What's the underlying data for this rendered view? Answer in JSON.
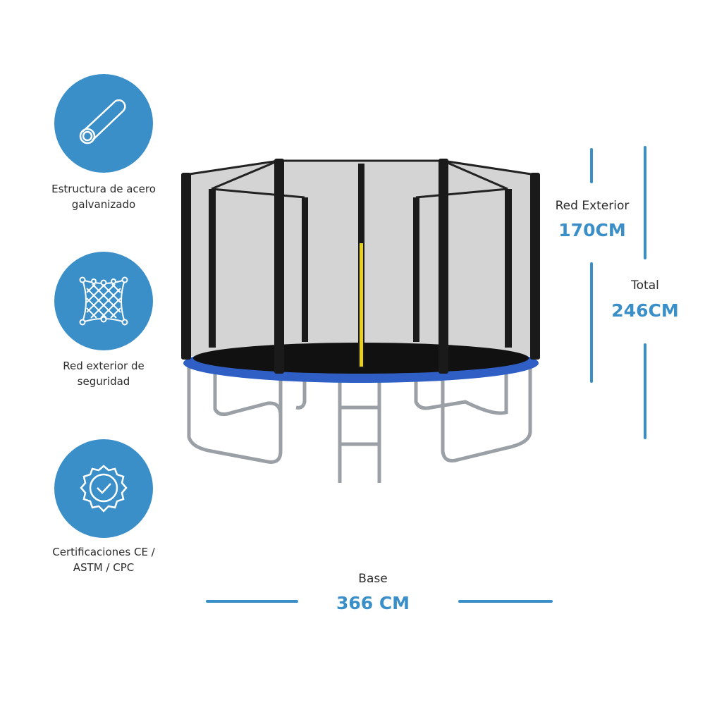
{
  "features": [
    {
      "icon": "steel-tube-icon",
      "label_line1": "Estructura de acero",
      "label_line2": "galvanizado"
    },
    {
      "icon": "safety-net-icon",
      "label_line1": "Red exterior de",
      "label_line2": "seguridad"
    },
    {
      "icon": "certification-badge-icon",
      "label_line1": "Certificaciones CE /",
      "label_line2": "ASTM / CPC"
    }
  ],
  "dimensions": {
    "net": {
      "label": "Red Exterior",
      "value": "170CM"
    },
    "total": {
      "label": "Total",
      "value": "246CM"
    },
    "base": {
      "label": "Base",
      "value": "366 CM"
    }
  },
  "colors": {
    "accent": "#3a8fc9",
    "pad": "#2f5fc4",
    "text": "#2b2b2b"
  }
}
